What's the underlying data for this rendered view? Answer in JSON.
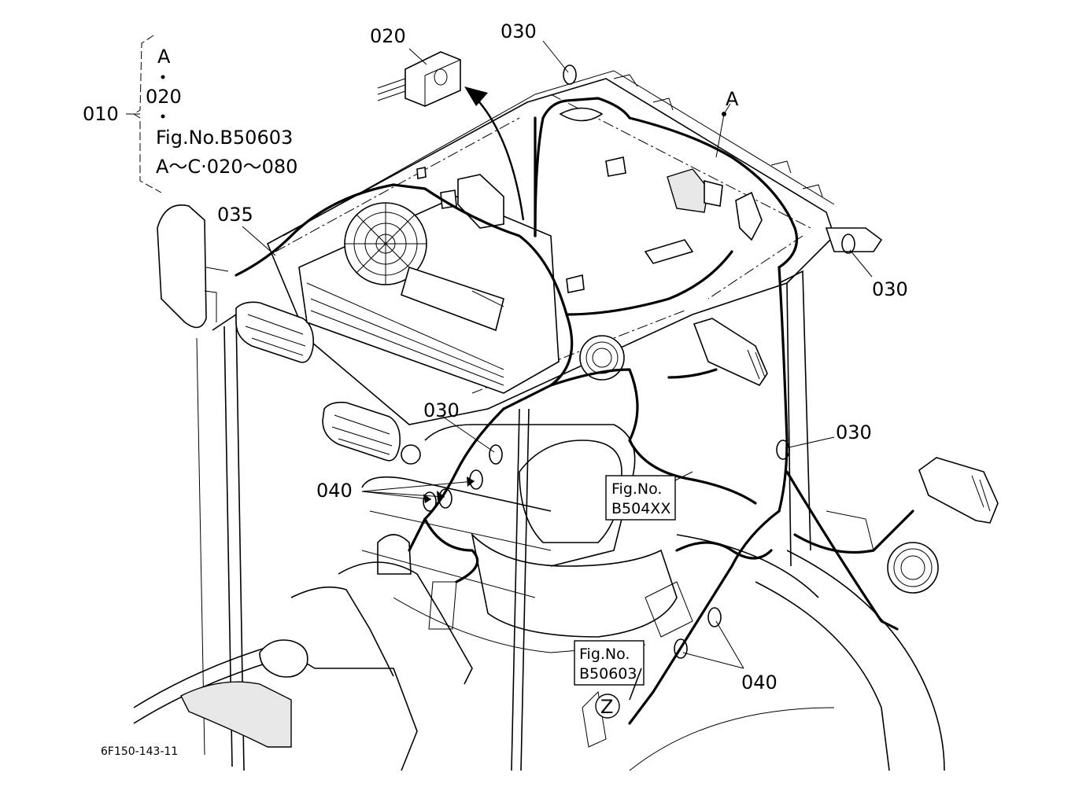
{
  "drawing_code": "6F150-143-11",
  "callouts": {
    "c010": "010",
    "c020": "020",
    "c030_top": "030",
    "c030_right": "030",
    "c030_mid": "030",
    "c030_center": "030",
    "c035": "035",
    "c040_left": "040",
    "c040_right": "040",
    "marker_a": "A"
  },
  "bracket": {
    "line1": "A",
    "line2": "020",
    "line3": "Fig.No.B50603",
    "line4": "A～C·020～080"
  },
  "ref_box_1": {
    "line1": "Fig.No.",
    "line2": "B504XX"
  },
  "ref_box_2": {
    "line1": "Fig.No.",
    "line2": "B50603"
  },
  "view_marker": "Z"
}
